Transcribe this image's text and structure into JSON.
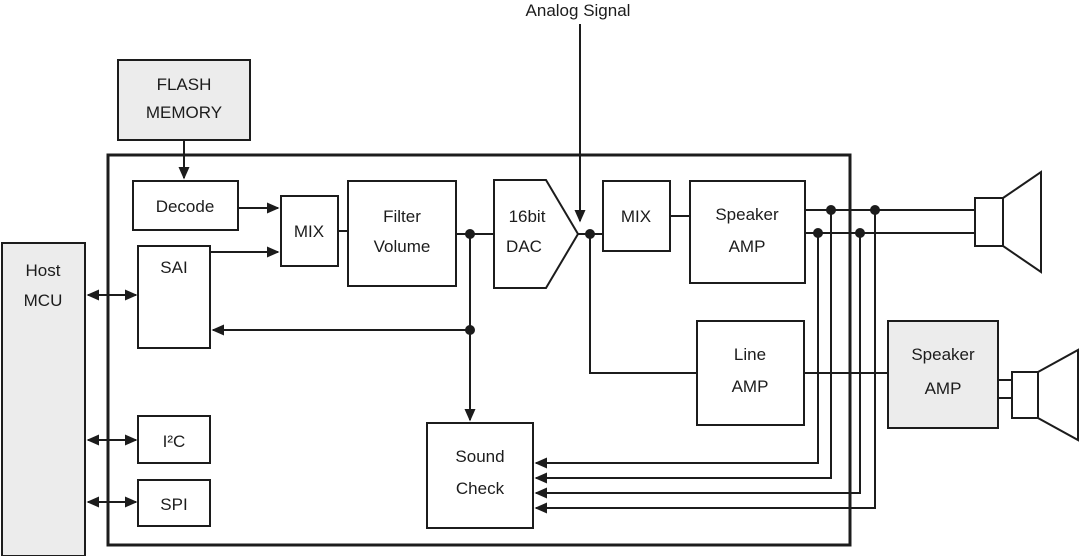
{
  "labels": {
    "analog_signal": "Analog Signal",
    "flash_memory_line1": "FLASH",
    "flash_memory_line2": "MEMORY",
    "host_mcu_line1": "Host",
    "host_mcu_line2": "MCU",
    "decode": "Decode",
    "mix_front": "MIX",
    "sai": "SAI",
    "filter_line1": "Filter",
    "filter_line2": "Volume",
    "dac_line1": "16bit",
    "dac_line2": "DAC",
    "mix_out": "MIX",
    "speaker_amp_int_line1": "Speaker",
    "speaker_amp_int_line2": "AMP",
    "line_amp_line1": "Line",
    "line_amp_line2": "AMP",
    "sound_check_line1": "Sound",
    "sound_check_line2": "Check",
    "i2c": "I²C",
    "spi": "SPI",
    "speaker_amp_ext_line1": "Speaker",
    "speaker_amp_ext_line2": "AMP"
  },
  "colors": {
    "stroke": "#1c1c1c",
    "text": "#1c1c1c",
    "fill_white": "#ffffff",
    "fill_gray": "#ececec",
    "background": "#ffffff"
  }
}
